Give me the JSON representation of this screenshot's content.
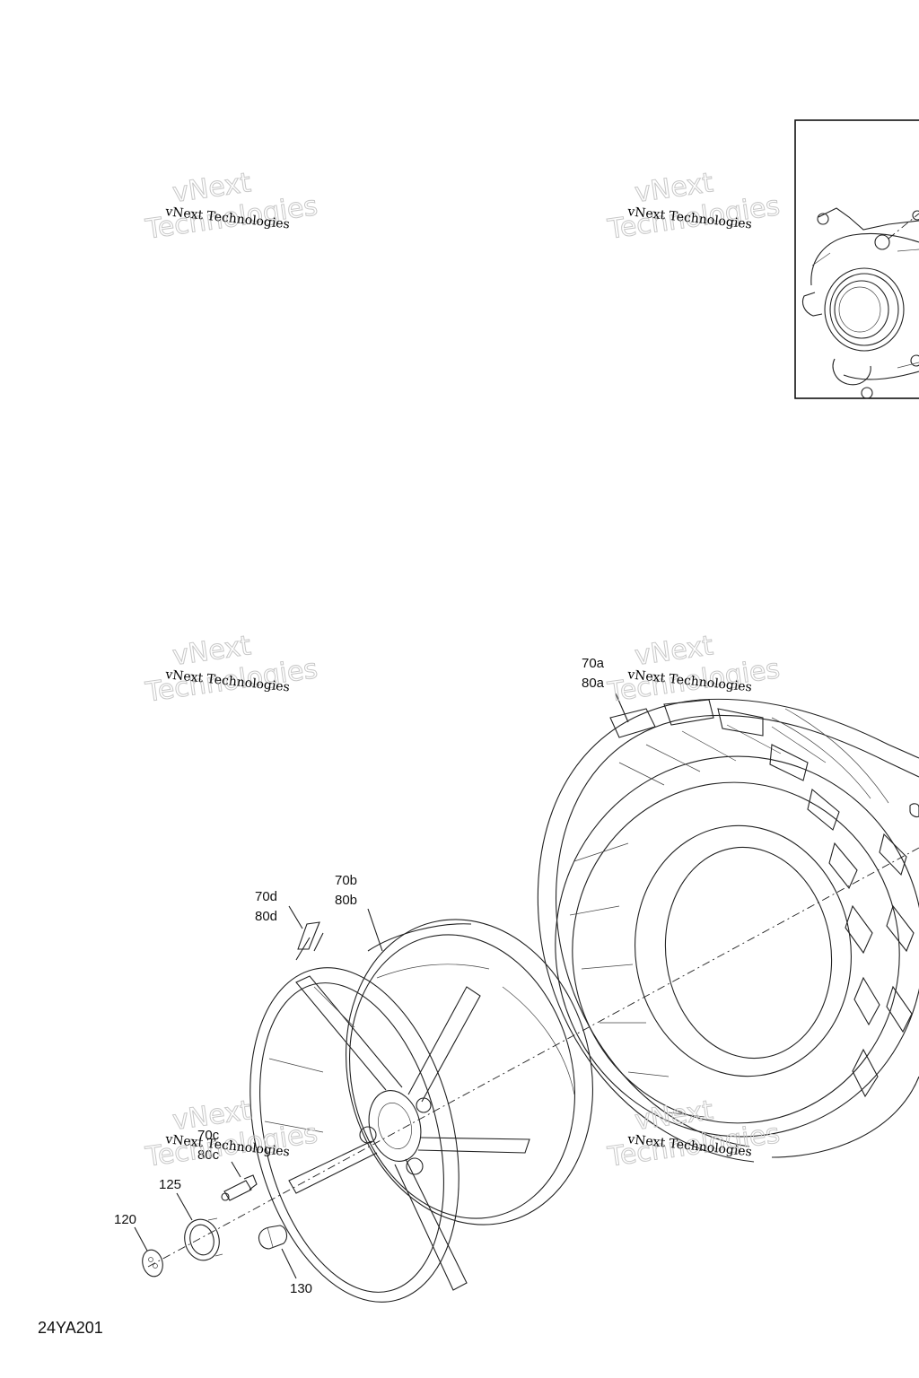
{
  "figure_id": "24YA201",
  "watermark": {
    "line1": "vNext Technologies",
    "line2": "vNext",
    "line3": "Technologies"
  },
  "callouts": {
    "c70a": "70a",
    "c80a": "80a",
    "c70b": "70b",
    "c80b": "80b",
    "c70d": "70d",
    "c80d": "80d",
    "c70c": "70c",
    "c80c": "80c",
    "c125": "125",
    "c120": "120",
    "c130": "130"
  }
}
